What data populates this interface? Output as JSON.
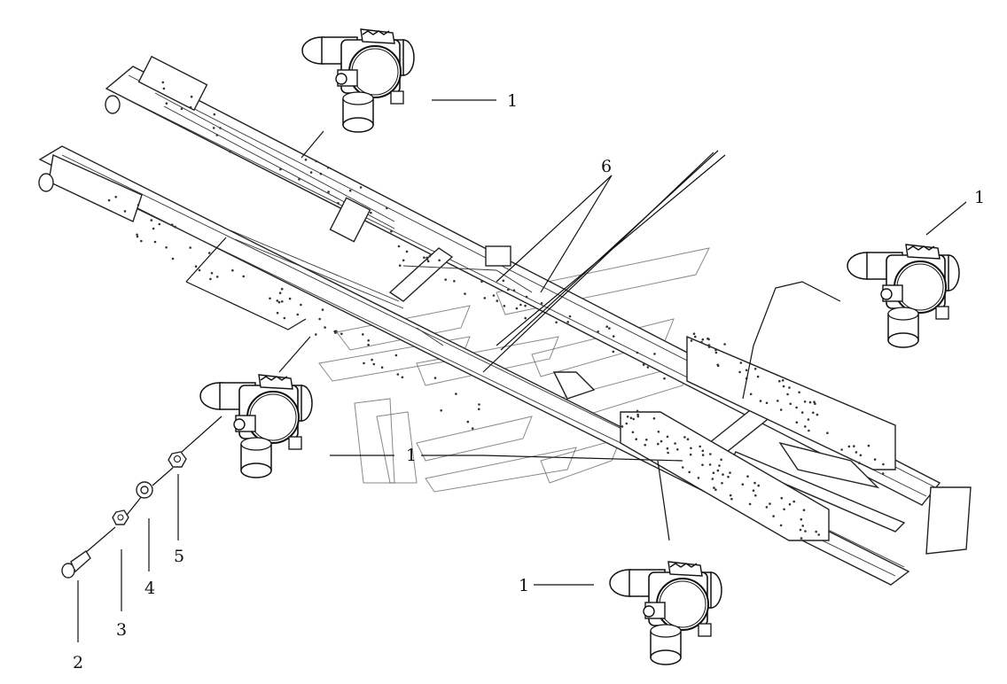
{
  "callouts": {
    "c1a": "1",
    "c1b": "1",
    "c1c": "1",
    "c1d": "1",
    "c2": "2",
    "c3": "3",
    "c4": "4",
    "c5": "5",
    "c6": "6"
  }
}
